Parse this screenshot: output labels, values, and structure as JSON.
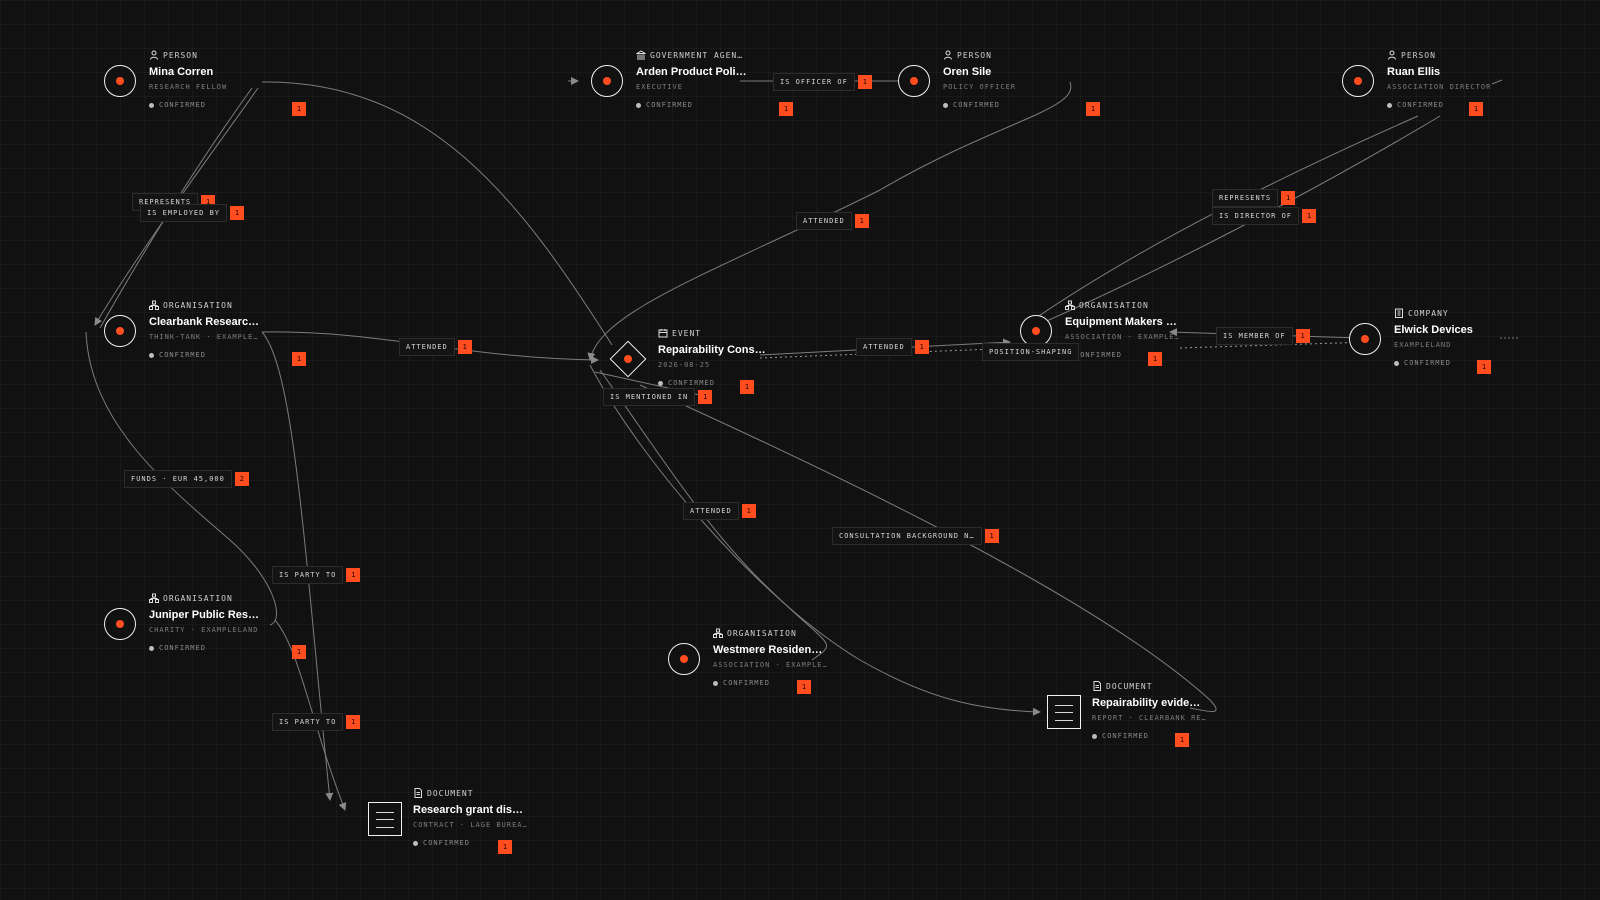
{
  "nodes": [
    {
      "id": "mina",
      "kind": "PERSON",
      "icon": "person-icon",
      "title": "Mina Corren",
      "sub": "RESEARCH FELLOW",
      "status": "CONFIRMED",
      "count": "1"
    },
    {
      "id": "arden",
      "kind": "GOVERNMENT AGEN…",
      "icon": "government-icon",
      "title": "Arden Product Poli…",
      "sub": "EXECUTIVE",
      "status": "CONFIRMED",
      "count": "1"
    },
    {
      "id": "oren",
      "kind": "PERSON",
      "icon": "person-icon",
      "title": "Oren Sile",
      "sub": "POLICY OFFICER",
      "status": "CONFIRMED",
      "count": "1"
    },
    {
      "id": "ruan",
      "kind": "PERSON",
      "icon": "person-icon",
      "title": "Ruan Ellis",
      "sub": "ASSOCIATION DIRECTOR",
      "status": "CONFIRMED",
      "count": "1"
    },
    {
      "id": "clearbank",
      "kind": "ORGANISATION",
      "icon": "organisation-icon",
      "title": "Clearbank Researc…",
      "sub": "THINK-TANK · EXAMPLE…",
      "status": "CONFIRMED",
      "count": "1"
    },
    {
      "id": "event",
      "kind": "EVENT",
      "icon": "calendar-icon",
      "title": "Repairability Cons…",
      "sub": "2026-08-25",
      "status": "CONFIRMED",
      "count": "1"
    },
    {
      "id": "equipment",
      "kind": "ORGANISATION",
      "icon": "organisation-icon",
      "title": "Equipment Makers …",
      "sub": "ASSOCIATION · EXAMPLE…",
      "status": "CONFIRMED",
      "count": "1"
    },
    {
      "id": "elwick",
      "kind": "COMPANY",
      "icon": "company-icon",
      "title": "Elwick Devices",
      "sub": "EXAMPLELAND",
      "status": "CONFIRMED",
      "count": "1"
    },
    {
      "id": "juniper",
      "kind": "ORGANISATION",
      "icon": "organisation-icon",
      "title": "Juniper Public Res…",
      "sub": "CHARITY · EXAMPLELAND",
      "status": "CONFIRMED",
      "count": "1"
    },
    {
      "id": "westmere",
      "kind": "ORGANISATION",
      "icon": "organisation-icon",
      "title": "Westmere Residen…",
      "sub": "ASSOCIATION · EXAMPLE…",
      "status": "CONFIRMED",
      "count": "1"
    },
    {
      "id": "repairdoc",
      "kind": "DOCUMENT",
      "icon": "document-icon",
      "title": "Repairability evide…",
      "sub": "REPORT · CLEARBANK RE…",
      "status": "CONFIRMED",
      "count": "1"
    },
    {
      "id": "grantdoc",
      "kind": "DOCUMENT",
      "icon": "document-icon",
      "title": "Research grant dis…",
      "sub": "CONTRACT · LAGE BUREA…",
      "status": "CONFIRMED",
      "count": "1"
    }
  ],
  "edge_labels": [
    {
      "id": "is-officer-of",
      "text": "IS OFFICER OF",
      "count": "1"
    },
    {
      "id": "represents-mina",
      "text": "REPRESENTS",
      "count": "1"
    },
    {
      "id": "is-employed-by",
      "text": "IS EMPLOYED BY",
      "count": "1"
    },
    {
      "id": "attended-oren",
      "text": "ATTENDED",
      "count": "1"
    },
    {
      "id": "represents-ruan",
      "text": "REPRESENTS",
      "count": "1"
    },
    {
      "id": "is-director-of",
      "text": "IS DIRECTOR OF",
      "count": "1"
    },
    {
      "id": "attended-clearbank",
      "text": "ATTENDED",
      "count": "1"
    },
    {
      "id": "attended-equipment",
      "text": "ATTENDED",
      "count": "1"
    },
    {
      "id": "position-shaping",
      "text": "POSITION-SHAPING",
      "count": ""
    },
    {
      "id": "is-member-of",
      "text": "IS MEMBER OF",
      "count": "1"
    },
    {
      "id": "is-mentioned-in",
      "text": "IS MENTIONED IN",
      "count": "1"
    },
    {
      "id": "funds",
      "text": "FUNDS · EUR 45,000",
      "count": "2"
    },
    {
      "id": "attended-westmere",
      "text": "ATTENDED",
      "count": "1"
    },
    {
      "id": "consultation-background",
      "text": "CONSULTATION BACKGROUND N…",
      "count": "1"
    },
    {
      "id": "is-party-to-1",
      "text": "IS PARTY TO",
      "count": "1"
    },
    {
      "id": "is-party-to-2",
      "text": "IS PARTY TO",
      "count": "1"
    }
  ],
  "colors": {
    "accent": "#ff4d1f",
    "background": "#111111",
    "edge": "#8a8a8a"
  }
}
